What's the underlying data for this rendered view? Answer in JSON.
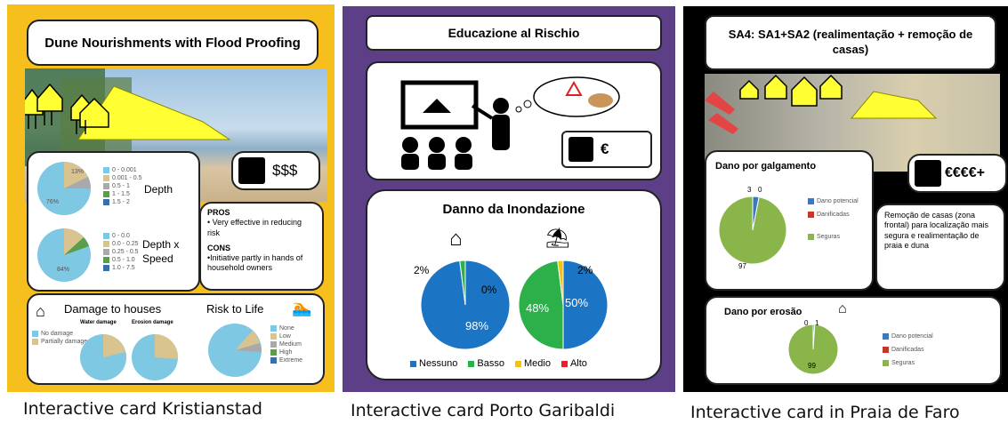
{
  "cards": {
    "kristianstad": {
      "title": "Dune Nourishments with Flood Proofing",
      "cost": "$$$",
      "depth_label": "Depth",
      "depth_speed_label": "Depth x Speed",
      "pie1_labels": [
        "76%",
        "13%"
      ],
      "pie1_legend": [
        "0 - 0.001",
        "0.001 - 0.5",
        "0.5 - 1",
        "1 - 1.5",
        "1.5 - 2"
      ],
      "pie2_labels": [
        "84%"
      ],
      "pie2_legend": [
        "0 - 0.0",
        "0.0 - 0.25",
        "0.25 - 0.5",
        "0.5 - 1.0",
        "1.0 - 7.5"
      ],
      "pros_heading": "PROS",
      "pros_text": "• Very effective in reducing risk",
      "cons_heading": "CONS",
      "cons_text": "•Initiative partly in hands of household owners",
      "damage_title": "Damage to houses",
      "water_damage": "Water damage",
      "erosion_damage": "Erosion damage",
      "damage_legend": [
        "No damage",
        "Partially damaged"
      ],
      "risk_title": "Risk to Life",
      "risk_legend": [
        "None",
        "Low",
        "Medium",
        "High",
        "Extreme"
      ]
    },
    "garibaldi": {
      "title": "Educazione al Rischio",
      "cost": "€",
      "chart_title": "Danno da Inondazione",
      "pie1_labels": [
        "98%",
        "0%",
        "2%"
      ],
      "pie2_labels": [
        "48%",
        "50%",
        "2%"
      ],
      "legend": [
        "Nessuno",
        "Basso",
        "Medio",
        "Alto"
      ]
    },
    "faro": {
      "title": "SA4: SA1+SA2 (realimentação + remoção de casas)",
      "cost": "€€€€+",
      "galgamento_title": "Dano por galgamento",
      "galgamento_labels": [
        "3",
        "0",
        "97"
      ],
      "erosao_title": "Dano por erosão",
      "erosao_labels": [
        "0",
        "1",
        "99"
      ],
      "legend": [
        "Dano potencial",
        "Danificadas",
        "Seguras"
      ],
      "description": "Remoção de casas (zona frontal) para localização mais segura e realimentação de praia e duna"
    }
  },
  "captions": {
    "left": "Interactive card Kristianstad",
    "middle": "Interactive card Porto Garibaldi",
    "right": "Interactive card in Praia de Faro"
  },
  "colors": {
    "yellow_frame": "#f7bf1e",
    "purple_frame": "#5c3f86",
    "black_frame": "#000000",
    "pie_blue": "#1b74c4",
    "pie_green": "#2bb04a",
    "pie_yellow": "#f5c210",
    "pie_red": "#ee1c24",
    "light_blue": "#7ec8e3",
    "olive_green": "#8ab54a"
  },
  "chart_data": [
    {
      "type": "pie",
      "title": "Danno da Inondazione",
      "categories": [
        "Nessuno",
        "Basso",
        "Medio",
        "Alto"
      ],
      "values": [
        98,
        2,
        0,
        0
      ]
    },
    {
      "type": "pie",
      "title": "Danno da Inondazione",
      "categories": [
        "Nessuno",
        "Basso",
        "Medio",
        "Alto"
      ],
      "values": [
        50,
        48,
        2,
        0
      ]
    },
    {
      "type": "pie",
      "title": "Dano por galgamento",
      "categories": [
        "Dano potencial",
        "Danificadas",
        "Seguras"
      ],
      "values": [
        3,
        0,
        97
      ]
    },
    {
      "type": "pie",
      "title": "Dano por erosão",
      "categories": [
        "Dano potencial",
        "Danificadas",
        "Seguras"
      ],
      "values": [
        1,
        0,
        99
      ]
    }
  ]
}
